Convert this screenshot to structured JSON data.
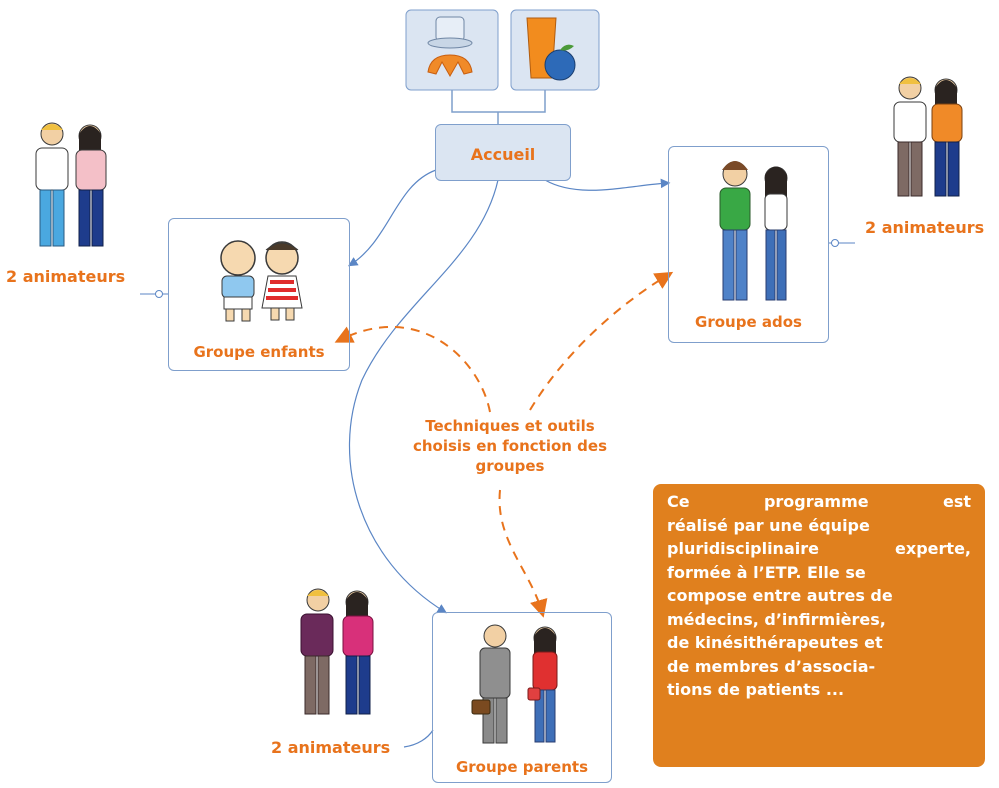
{
  "nodes": {
    "accueil": "Accueil",
    "enfants": "Groupe enfants",
    "ados": "Groupe ados",
    "parents": "Groupe parents"
  },
  "animators": {
    "left": "2 animateurs",
    "right": "2 animateurs",
    "bottom": "2 animateurs"
  },
  "techniques": {
    "line1": "Techniques et outils",
    "line2": "choisis en fonction des",
    "line3": "groupes"
  },
  "info": {
    "lines": [
      " Ce programme est",
      "réalisé par une équipe",
      "pluridisciplinaire experte,",
      "formée à l’ETP. Elle se",
      "compose entre autres de",
      "médecins, d’infirmières,",
      "de kinésithérapeutes et",
      "de membres d’associa-",
      "tions de patients ..."
    ]
  },
  "colors": {
    "orange": "#e8731c",
    "box_fill": "#dbe5f2",
    "box_border": "#7f9fcc",
    "connector_blue": "#5b86c5",
    "info_bg": "#e0801e"
  },
  "icons": [
    "coffee-croissant-icon",
    "juice-apple-icon",
    "children-icon",
    "teens-icon",
    "parents-icon",
    "animator-pair-icon"
  ]
}
